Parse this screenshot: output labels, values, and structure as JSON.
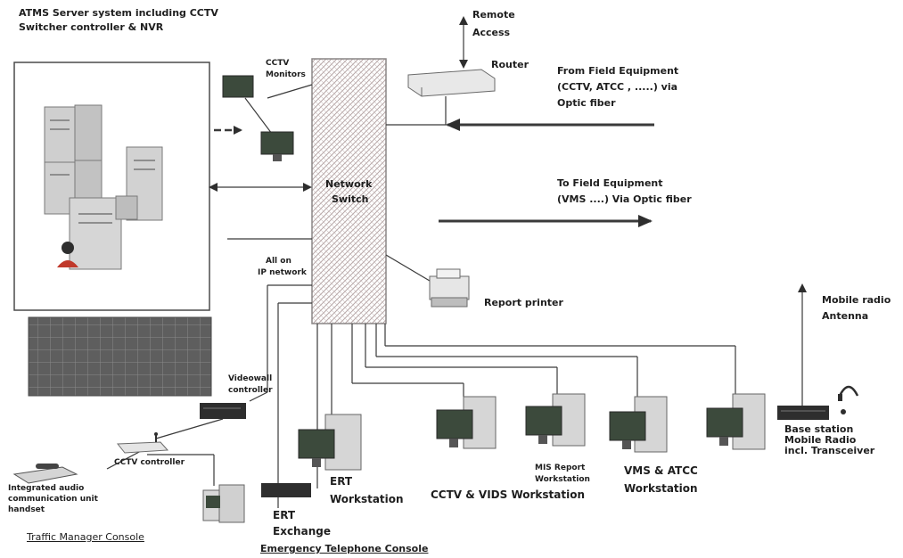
{
  "labels": {
    "atms_title": "ATMS Server system including CCTV",
    "atms_title2": "Switcher controller & NVR",
    "remote": "Remote",
    "access": "Access",
    "router": "Router",
    "cctv_monitors1": "CCTV",
    "cctv_monitors2": "Monitors",
    "from_field1": "From Field Equipment",
    "from_field2": "(CCTV, ATCC , .....) via",
    "from_field3": "Optic fiber",
    "network1": "Network",
    "network2": "Switch",
    "to_field1": "To Field Equipment",
    "to_field2": "(VMS ....) Via Optic fiber",
    "all_on1": "All on",
    "all_on2": "IP network",
    "report_printer": "Report printer",
    "mobile_radio1": "Mobile radio",
    "mobile_radio2": "Antenna",
    "videowall1": "Videowall",
    "videowall2": "controller",
    "cctv_controller": "CCTV controller",
    "integrated1": "Integrated audio",
    "integrated2": "communication unit",
    "integrated3": "handset",
    "ert_ws1": "ERT",
    "ert_ws2": "Workstation",
    "cctv_vids": "CCTV & VIDS Workstation",
    "mis1": "MIS Report",
    "mis2": "Workstation",
    "vms1": "VMS  & ATCC",
    "vms2": "Workstation",
    "base1": "Base station",
    "base2": "Mobile Radio",
    "base3": "incl. Transceiver",
    "ert_ex1": "ERT",
    "ert_ex2": "Exchange",
    "traffic": "Traffic Manager Console",
    "emergency": "Emergency Telephone Console"
  },
  "colors": {
    "line": "#3a3a3a",
    "switch_fill": "#d9d2d2",
    "switch_stroke": "#8a8585",
    "server_fill": "#d0d0d0",
    "screen": "#3c4a3c",
    "videowall": "#6a6a6a",
    "device": "#2e2e2e",
    "text": "#1e1e1e"
  }
}
